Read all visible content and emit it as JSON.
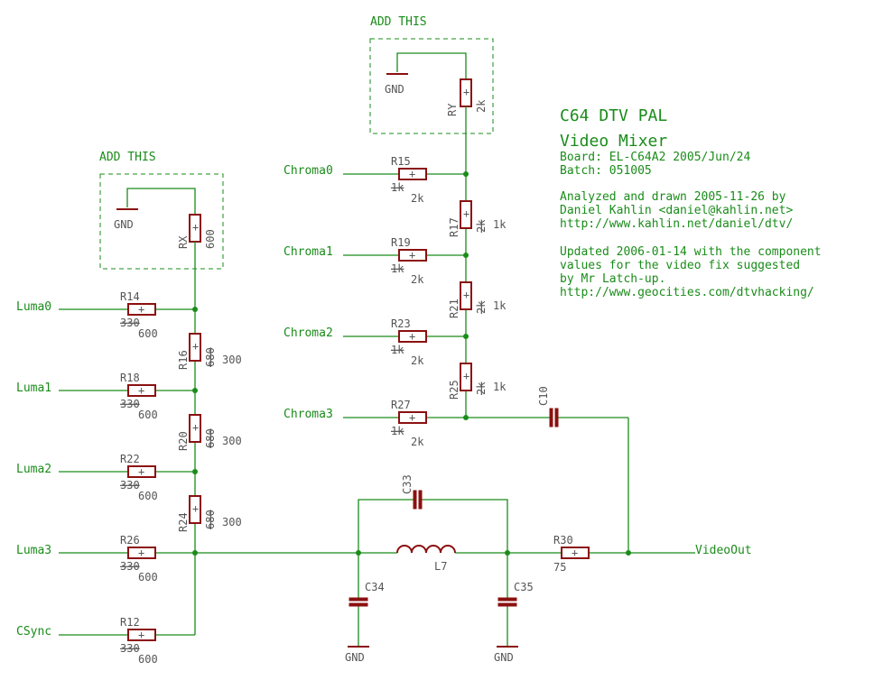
{
  "title_line1": "C64 DTV PAL",
  "title_line2": "Video Mixer",
  "board": "Board: EL-C64A2 2005/Jun/24",
  "batch": "Batch: 051005",
  "analyzed_1": "Analyzed and drawn 2005-11-26 by",
  "analyzed_2": "Daniel Kahlin <daniel@kahlin.net>",
  "analyzed_3": "http://www.kahlin.net/daniel/dtv/",
  "updated_1": "Updated 2006-01-14 with the component",
  "updated_2": "values for the video fix suggested",
  "updated_3": "by Mr Latch-up.",
  "updated_4": "http://www.geocities.com/dtvhacking/",
  "add_this": "ADD THIS",
  "gnd": "GND",
  "nets": {
    "luma0": "Luma0",
    "luma1": "Luma1",
    "luma2": "Luma2",
    "luma3": "Luma3",
    "csync": "CSync",
    "chroma0": "Chroma0",
    "chroma1": "Chroma1",
    "chroma2": "Chroma2",
    "chroma3": "Chroma3",
    "videoout": "VideoOut"
  },
  "parts": {
    "rx": {
      "name": "RX",
      "value": "600"
    },
    "ry": {
      "name": "RY",
      "value": "2k"
    },
    "r14": {
      "name": "R14",
      "old": "330",
      "new": "600"
    },
    "r18": {
      "name": "R18",
      "old": "330",
      "new": "600"
    },
    "r22": {
      "name": "R22",
      "old": "330",
      "new": "600"
    },
    "r26": {
      "name": "R26",
      "old": "330",
      "new": "600"
    },
    "r12": {
      "name": "R12",
      "old": "330",
      "new": "600"
    },
    "r16": {
      "name": "R16",
      "old": "680",
      "new": "300"
    },
    "r20": {
      "name": "R20",
      "old": "680",
      "new": "300"
    },
    "r24": {
      "name": "R24",
      "old": "680",
      "new": "300"
    },
    "r15": {
      "name": "R15",
      "old": "1k",
      "new": "2k"
    },
    "r19": {
      "name": "R19",
      "old": "1k",
      "new": "2k"
    },
    "r23": {
      "name": "R23",
      "old": "1k",
      "new": "2k"
    },
    "r27": {
      "name": "R27",
      "old": "1k",
      "new": "2k"
    },
    "r17": {
      "name": "R17",
      "old": "2k",
      "new": "1k"
    },
    "r21": {
      "name": "R21",
      "old": "2k",
      "new": "1k"
    },
    "r25": {
      "name": "R25",
      "old": "2k",
      "new": "1k"
    },
    "r30": {
      "name": "R30",
      "value": "75"
    },
    "c10": {
      "name": "C10"
    },
    "c33": {
      "name": "C33"
    },
    "c34": {
      "name": "C34"
    },
    "c35": {
      "name": "C35"
    },
    "l7": {
      "name": "L7"
    }
  }
}
